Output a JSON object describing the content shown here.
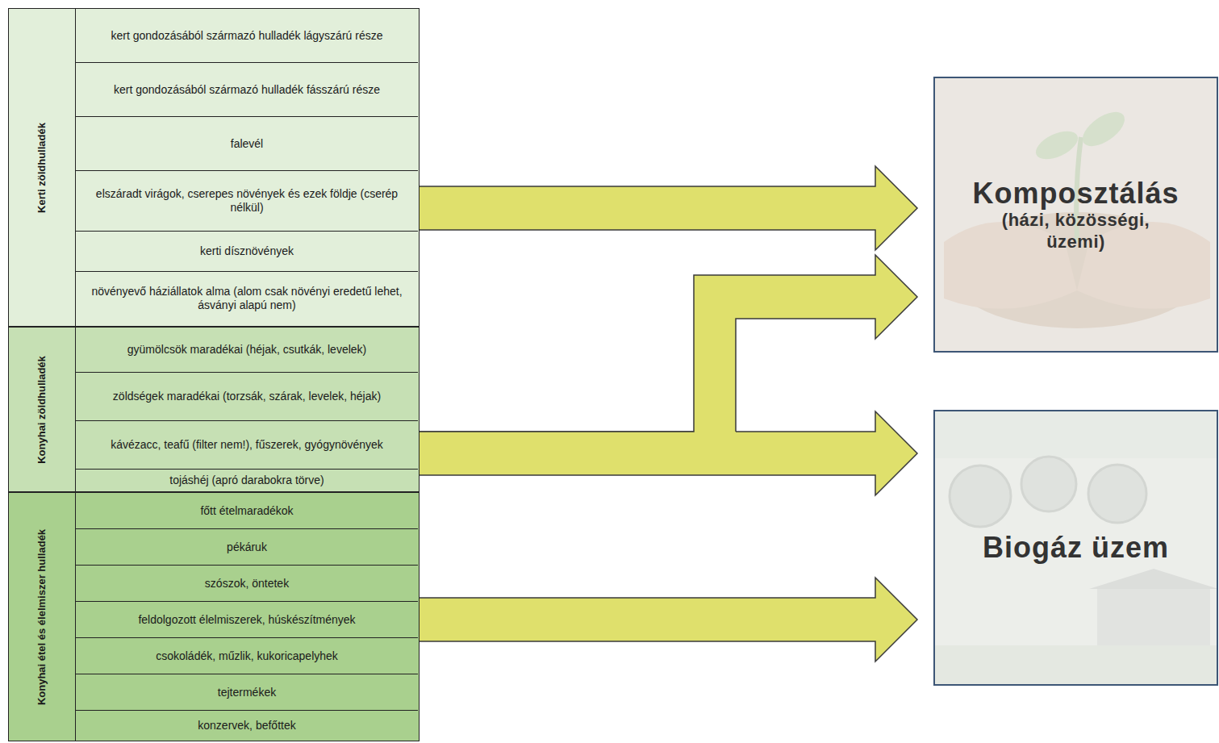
{
  "diagram": {
    "nodes": [
      {
        "text": [
          "Kerti zöldhulladék"
        ]
      },
      {
        "text": [
          "kert gondozásából származó hulladék lágyszárú része"
        ],
        "in": 0
      },
      {
        "text": [
          "kert gondozásából származó hulladék fásszárú része"
        ],
        "in": 0
      },
      {
        "text": [
          "falevél"
        ],
        "in": 0
      },
      {
        "text": [
          "elszáradt virágok, cserepes növények és ezek földje (cserép nélkül)"
        ],
        "in": 0
      },
      {
        "text": [
          "kerti dísznövények"
        ],
        "in": 0
      },
      {
        "text": [
          "növényevő háziállatok alma (alom csak növényi eredetű lehet, ásványi alapú nem)"
        ],
        "in": 0
      },
      {
        "text": [
          "Konyhai zöldhulladék"
        ]
      },
      {
        "text": [
          "gyümölcsök maradékai (héjak, csutkák, levelek)"
        ],
        "in": 7
      },
      {
        "text": [
          "zöldségek maradékai (torzsák, szárak, levelek, héjak)"
        ],
        "in": 7
      },
      {
        "text": [
          "kávézacc, teafű (filter nem!), fűszerek, gyógynövények"
        ],
        "in": 7
      },
      {
        "text": [
          "tojáshéj (apró darabokra törve)"
        ],
        "in": 7
      },
      {
        "text": [
          "Konyhai étel és élelmiszer hulladék"
        ]
      },
      {
        "text": [
          "főtt ételmaradékok"
        ],
        "in": 12
      },
      {
        "text": [
          "pékáruk"
        ],
        "in": 12
      },
      {
        "text": [
          "szószok, öntetek"
        ],
        "in": 12
      },
      {
        "text": [
          "feldolgozott élelmiszerek, húskészítmények"
        ],
        "in": 12
      },
      {
        "text": [
          "csokoládék, műzlik, kukoricapelyhek"
        ],
        "in": 12
      },
      {
        "text": [
          "tejtermékek"
        ],
        "in": 12
      },
      {
        "text": [
          "konzervek, befőttek"
        ],
        "in": 12
      },
      {
        "text": [
          "Komposztálás",
          "(házi, közösségi, üzemi)"
        ]
      },
      {
        "text": [
          "Biogáz üzem"
        ]
      }
    ],
    "edges": [
      {
        "from": 0,
        "to": 20,
        "arrow": "to"
      },
      {
        "from": 7,
        "to": 20,
        "arrow": "to"
      },
      {
        "from": 7,
        "to": 21,
        "arrow": "to"
      },
      {
        "from": 12,
        "to": 21,
        "arrow": "to"
      }
    ]
  }
}
